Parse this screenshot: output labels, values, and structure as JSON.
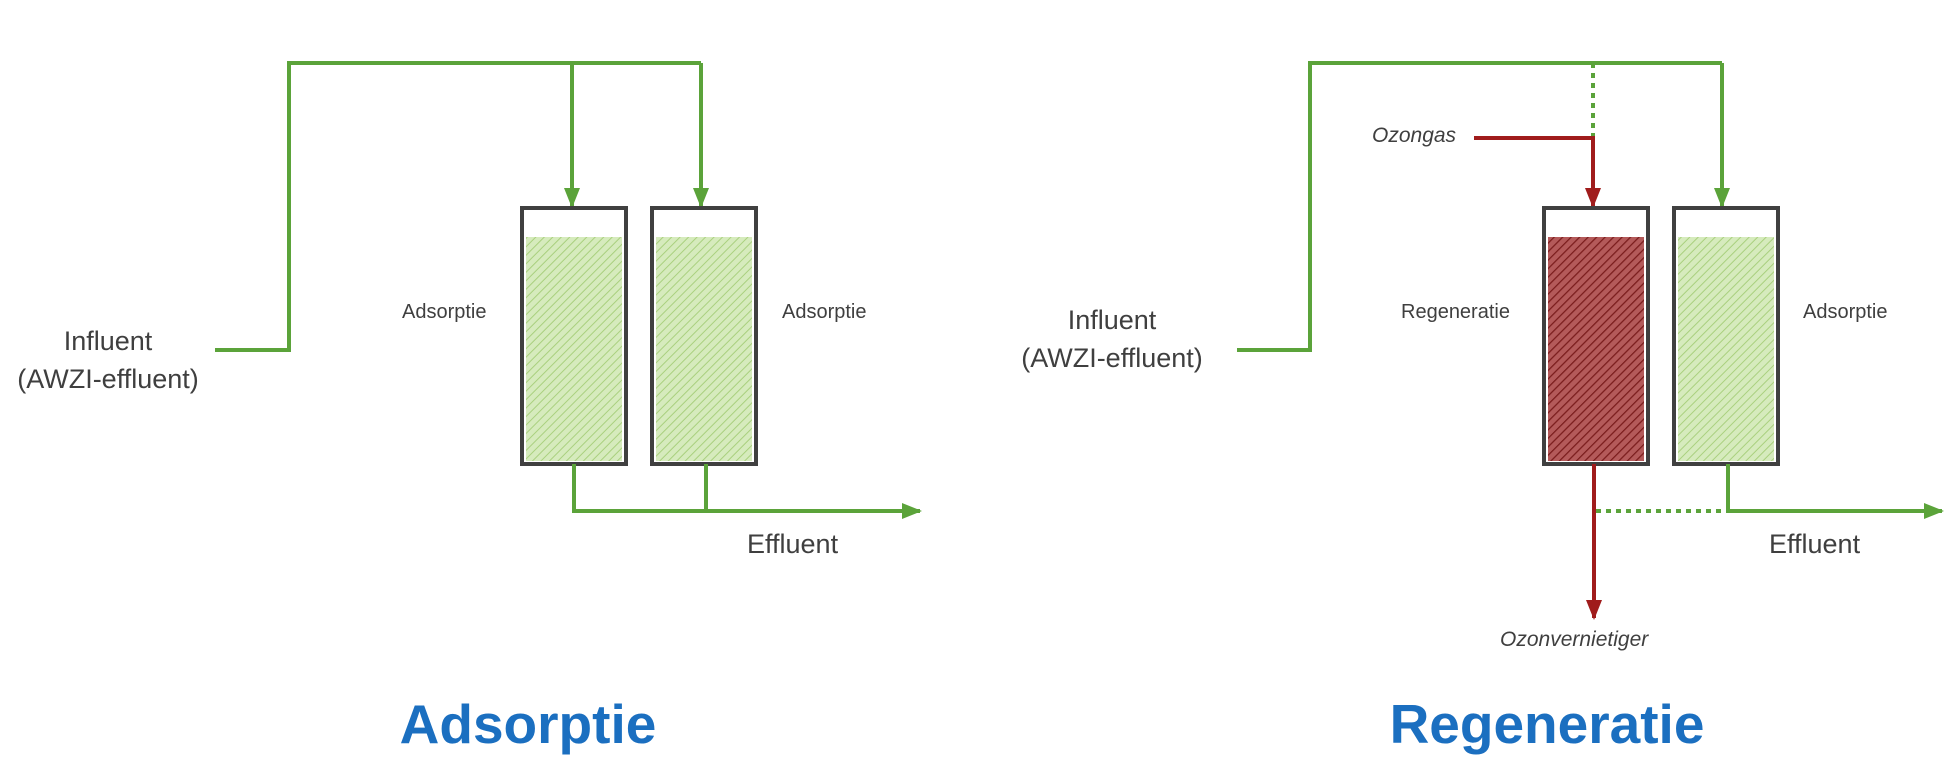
{
  "left_panel": {
    "title": "Adsorptie",
    "influent_label": "Influent",
    "influent_sub": "(AWZI-effluent)",
    "column_a_label": "Adsorptie",
    "column_b_label": "Adsorptie",
    "effluent_label": "Effluent"
  },
  "right_panel": {
    "title": "Regeneratie",
    "influent_label": "Influent",
    "influent_sub": "(AWZI-effluent)",
    "column_a_label": "Regeneratie",
    "column_b_label": "Adsorptie",
    "effluent_label": "Effluent",
    "ozone_in_label": "Ozongas",
    "ozone_out_label": "Ozonvernietiger"
  },
  "colors": {
    "water_line": "#5ba33a",
    "ozone_line": "#a01c1c",
    "vessel_border": "#404040",
    "adsorption_fill": "#c7e2a6",
    "regeneration_fill": "#8c2a2a",
    "title": "#1b6fc0"
  }
}
